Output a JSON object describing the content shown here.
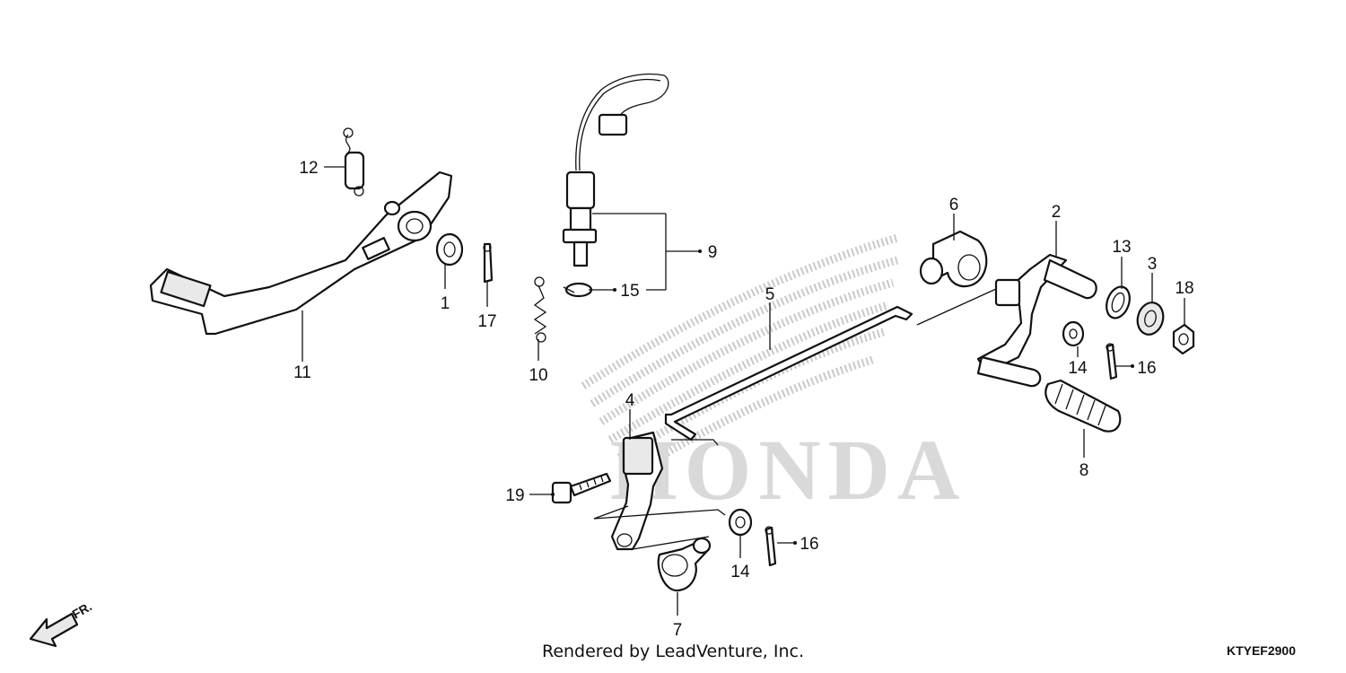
{
  "callouts": {
    "c1": "1",
    "c2": "2",
    "c3": "3",
    "c4": "4",
    "c5": "5",
    "c6": "6",
    "c7": "7",
    "c8": "8",
    "c9": "9",
    "c10": "10",
    "c11": "11",
    "c12": "12",
    "c13": "13",
    "c14a": "14",
    "c14b": "14",
    "c15": "15",
    "c16a": "16",
    "c16b": "16",
    "c17": "17",
    "c18": "18",
    "c19": "19"
  },
  "watermark": {
    "brand": "HONDA"
  },
  "footer": {
    "credit": "Rendered by LeadVenture, Inc.",
    "diagram_code": "KTYEF2900",
    "direction_label": "FR."
  }
}
